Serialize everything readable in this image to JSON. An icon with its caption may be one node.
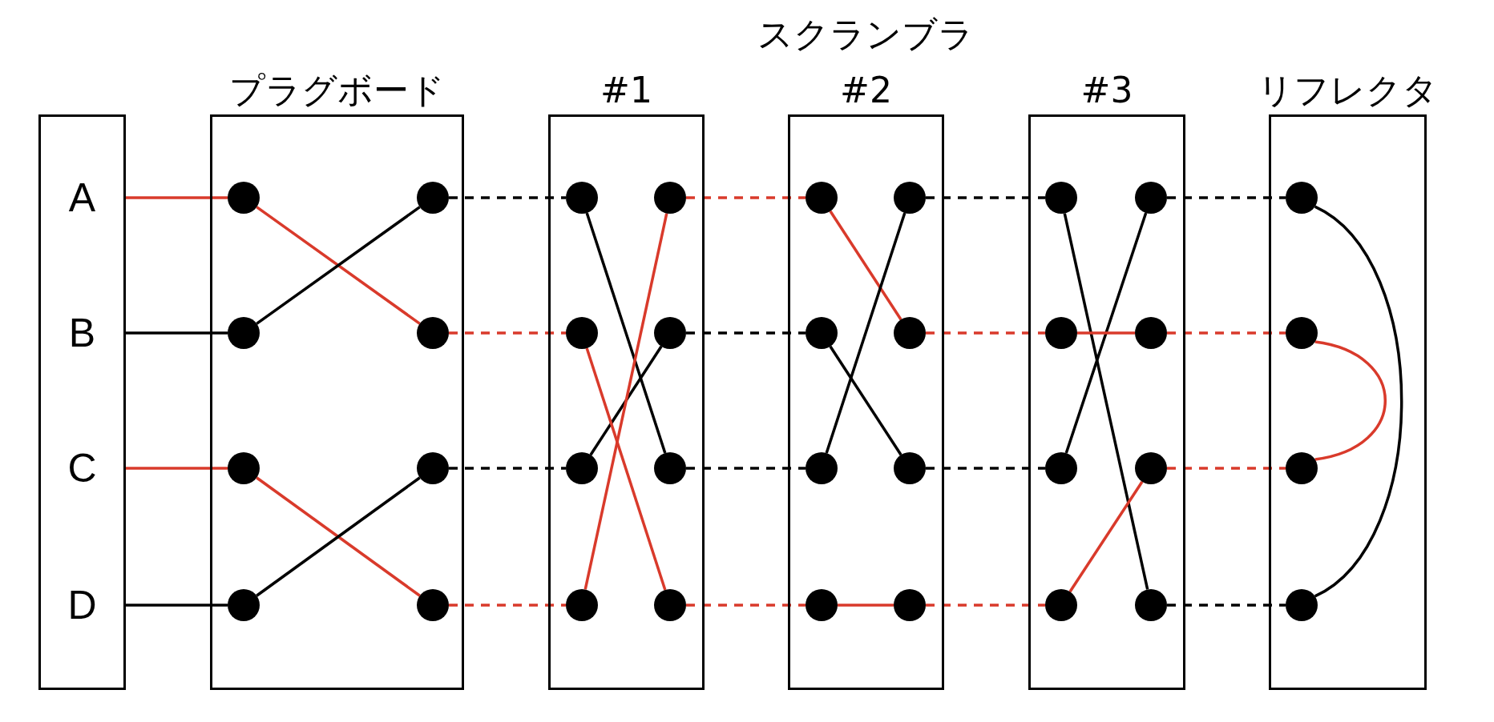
{
  "diagram": {
    "nodes": [
      {
        "text": [],
        "shape": "box"
      },
      {
        "text": [
          "A"
        ],
        "in": 0
      },
      {
        "text": [
          "B"
        ],
        "in": 0
      },
      {
        "text": [
          "C"
        ],
        "in": 0
      },
      {
        "text": [
          "D"
        ],
        "in": 0
      },
      {
        "text": [
          "プラグボード"
        ]
      },
      {
        "text": [],
        "shape": "circle",
        "in": 5
      },
      {
        "text": [],
        "shape": "circle",
        "in": 5
      },
      {
        "text": [],
        "shape": "circle",
        "in": 5
      },
      {
        "text": [],
        "shape": "circle",
        "in": 5
      },
      {
        "text": [],
        "shape": "circle",
        "in": 5
      },
      {
        "text": [],
        "shape": "circle",
        "in": 5
      },
      {
        "text": [],
        "shape": "circle",
        "in": 5
      },
      {
        "text": [],
        "shape": "circle",
        "in": 5
      },
      {
        "text": [
          "#1"
        ]
      },
      {
        "text": [],
        "shape": "circle",
        "in": 14
      },
      {
        "text": [],
        "shape": "circle",
        "in": 14
      },
      {
        "text": [],
        "shape": "circle",
        "in": 14
      },
      {
        "text": [],
        "shape": "circle",
        "in": 14
      },
      {
        "text": [],
        "shape": "circle",
        "in": 14
      },
      {
        "text": [],
        "shape": "circle",
        "in": 14
      },
      {
        "text": [],
        "shape": "circle",
        "in": 14
      },
      {
        "text": [],
        "shape": "circle",
        "in": 14
      },
      {
        "text": [
          "#2"
        ]
      },
      {
        "text": [],
        "shape": "circle",
        "in": 23
      },
      {
        "text": [],
        "shape": "circle",
        "in": 23
      },
      {
        "text": [],
        "shape": "circle",
        "in": 23
      },
      {
        "text": [],
        "shape": "circle",
        "in": 23
      },
      {
        "text": [],
        "shape": "circle",
        "in": 23
      },
      {
        "text": [],
        "shape": "circle",
        "in": 23
      },
      {
        "text": [],
        "shape": "circle",
        "in": 23
      },
      {
        "text": [],
        "shape": "circle",
        "in": 23
      },
      {
        "text": [
          "#3"
        ]
      },
      {
        "text": [],
        "shape": "circle",
        "in": 32
      },
      {
        "text": [],
        "shape": "circle",
        "in": 32
      },
      {
        "text": [],
        "shape": "circle",
        "in": 32
      },
      {
        "text": [],
        "shape": "circle",
        "in": 32
      },
      {
        "text": [],
        "shape": "circle",
        "in": 32
      },
      {
        "text": [],
        "shape": "circle",
        "in": 32
      },
      {
        "text": [],
        "shape": "circle",
        "in": 32
      },
      {
        "text": [],
        "shape": "circle",
        "in": 32
      },
      {
        "text": [
          "リフレクタ"
        ]
      },
      {
        "text": [],
        "shape": "circle",
        "in": 41
      },
      {
        "text": [],
        "shape": "circle",
        "in": 41
      },
      {
        "text": [],
        "shape": "circle",
        "in": 41
      },
      {
        "text": [],
        "shape": "circle",
        "in": 41
      }
    ],
    "edges": [
      {
        "from": 1,
        "to": 6,
        "arrow": "none",
        "color": "#d93a2b"
      },
      {
        "from": 2,
        "to": 8,
        "arrow": "none",
        "color": "#000000"
      },
      {
        "from": 3,
        "to": 10,
        "arrow": "none",
        "color": "#d93a2b"
      },
      {
        "from": 4,
        "to": 12,
        "arrow": "none",
        "color": "#000000"
      },
      {
        "from": 6,
        "to": 9,
        "arrow": "none",
        "color": "#d93a2b"
      },
      {
        "from": 8,
        "to": 7,
        "arrow": "none",
        "color": "#000000"
      },
      {
        "from": 10,
        "to": 13,
        "arrow": "none",
        "color": "#d93a2b"
      },
      {
        "from": 12,
        "to": 11,
        "arrow": "none",
        "color": "#000000"
      },
      {
        "from": 7,
        "to": 15,
        "arrow": "none",
        "style": "dashed",
        "color": "#000000"
      },
      {
        "from": 9,
        "to": 17,
        "arrow": "none",
        "style": "dashed",
        "color": "#d93a2b"
      },
      {
        "from": 11,
        "to": 19,
        "arrow": "none",
        "style": "dashed",
        "color": "#000000"
      },
      {
        "from": 13,
        "to": 21,
        "arrow": "none",
        "style": "dashed",
        "color": "#d93a2b"
      },
      {
        "from": 15,
        "to": 20,
        "arrow": "none",
        "color": "#000000"
      },
      {
        "from": 19,
        "to": 18,
        "arrow": "none",
        "color": "#000000"
      },
      {
        "from": 16,
        "to": 21,
        "arrow": "none",
        "color": "#d93a2b"
      },
      {
        "from": 17,
        "to": 22,
        "arrow": "none",
        "color": "#d93a2b"
      },
      {
        "from": 16,
        "to": 24,
        "arrow": "none",
        "style": "dashed",
        "color": "#d93a2b"
      },
      {
        "from": 18,
        "to": 26,
        "arrow": "none",
        "style": "dashed",
        "color": "#000000"
      },
      {
        "from": 20,
        "to": 28,
        "arrow": "none",
        "style": "dashed",
        "color": "#000000"
      },
      {
        "from": 22,
        "to": 30,
        "arrow": "none",
        "style": "dashed",
        "color": "#d93a2b"
      },
      {
        "from": 24,
        "to": 27,
        "arrow": "none",
        "color": "#d93a2b"
      },
      {
        "from": 30,
        "to": 31,
        "arrow": "none",
        "color": "#d93a2b"
      },
      {
        "from": 25,
        "to": 28,
        "arrow": "none",
        "color": "#000000"
      },
      {
        "from": 26,
        "to": 29,
        "arrow": "none",
        "color": "#000000"
      },
      {
        "from": 25,
        "to": 33,
        "arrow": "none",
        "style": "dashed",
        "color": "#000000"
      },
      {
        "from": 27,
        "to": 35,
        "arrow": "none",
        "style": "dashed",
        "color": "#d93a2b"
      },
      {
        "from": 29,
        "to": 37,
        "arrow": "none",
        "style": "dashed",
        "color": "#000000"
      },
      {
        "from": 31,
        "to": 39,
        "arrow": "none",
        "style": "dashed",
        "color": "#d93a2b"
      },
      {
        "from": 33,
        "to": 40,
        "arrow": "none",
        "color": "#000000"
      },
      {
        "from": 37,
        "to": 34,
        "arrow": "none",
        "color": "#000000"
      },
      {
        "from": 35,
        "to": 36,
        "arrow": "none",
        "color": "#d93a2b"
      },
      {
        "from": 39,
        "to": 38,
        "arrow": "none",
        "color": "#d93a2b"
      },
      {
        "from": 34,
        "to": 42,
        "arrow": "none",
        "style": "dashed",
        "color": "#000000"
      },
      {
        "from": 36,
        "to": 43,
        "arrow": "none",
        "style": "dashed",
        "color": "#d93a2b"
      },
      {
        "from": 38,
        "to": 44,
        "arrow": "none",
        "style": "dashed",
        "color": "#d93a2b"
      },
      {
        "from": 40,
        "to": 45,
        "arrow": "none",
        "style": "dashed",
        "color": "#000000"
      },
      {
        "from": 42,
        "to": 45,
        "arrow": "none",
        "color": "#000000"
      },
      {
        "from": 43,
        "to": 44,
        "arrow": "none",
        "color": "#d93a2b"
      }
    ],
    "labels": [
      "スクランブラ"
    ]
  }
}
